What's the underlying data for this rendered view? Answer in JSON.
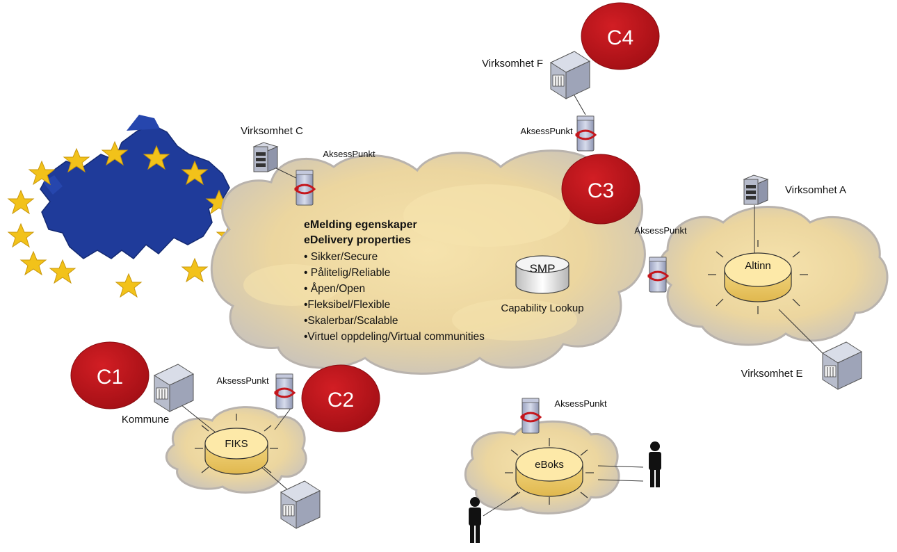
{
  "colors": {
    "cloud_fill": "#f3dfa8",
    "cloud_edge": "#bdb7b0",
    "badge_red": "#c0141c",
    "hub_fill": "#fde9a8",
    "europe_blue": "#1f3b9a",
    "star_gold": "#f2c21a"
  },
  "badges": {
    "c1": "C1",
    "c2": "C2",
    "c3": "C3",
    "c4": "C4"
  },
  "labels": {
    "virksomhet_a": "Virksomhet A",
    "virksomhet_c": "Virksomhet C",
    "virksomhet_e": "Virksomhet E",
    "virksomhet_f": "Virksomhet F",
    "kommune": "Kommune",
    "aksesspunkt": "AksessPunkt"
  },
  "properties": {
    "title_no": "eMelding egenskaper",
    "title_en": "eDelivery properties",
    "items": [
      "• Sikker/Secure",
      "• Pålitelig/Reliable",
      "• Åpen/Open",
      "•Fleksibel/Flexible",
      "•Skalerbar/Scalable",
      "•Virtuel oppdeling/Virtual communities"
    ]
  },
  "smp": {
    "name": "SMP",
    "caption": "Capability Lookup"
  },
  "hubs": {
    "altinn": "Altinn",
    "fiks": "FIKS",
    "eboks": "eBoks"
  },
  "icons": [
    "server-icon",
    "building-icon",
    "access-point-icon",
    "person-icon",
    "star-icon",
    "europe-map-icon",
    "database-icon"
  ]
}
